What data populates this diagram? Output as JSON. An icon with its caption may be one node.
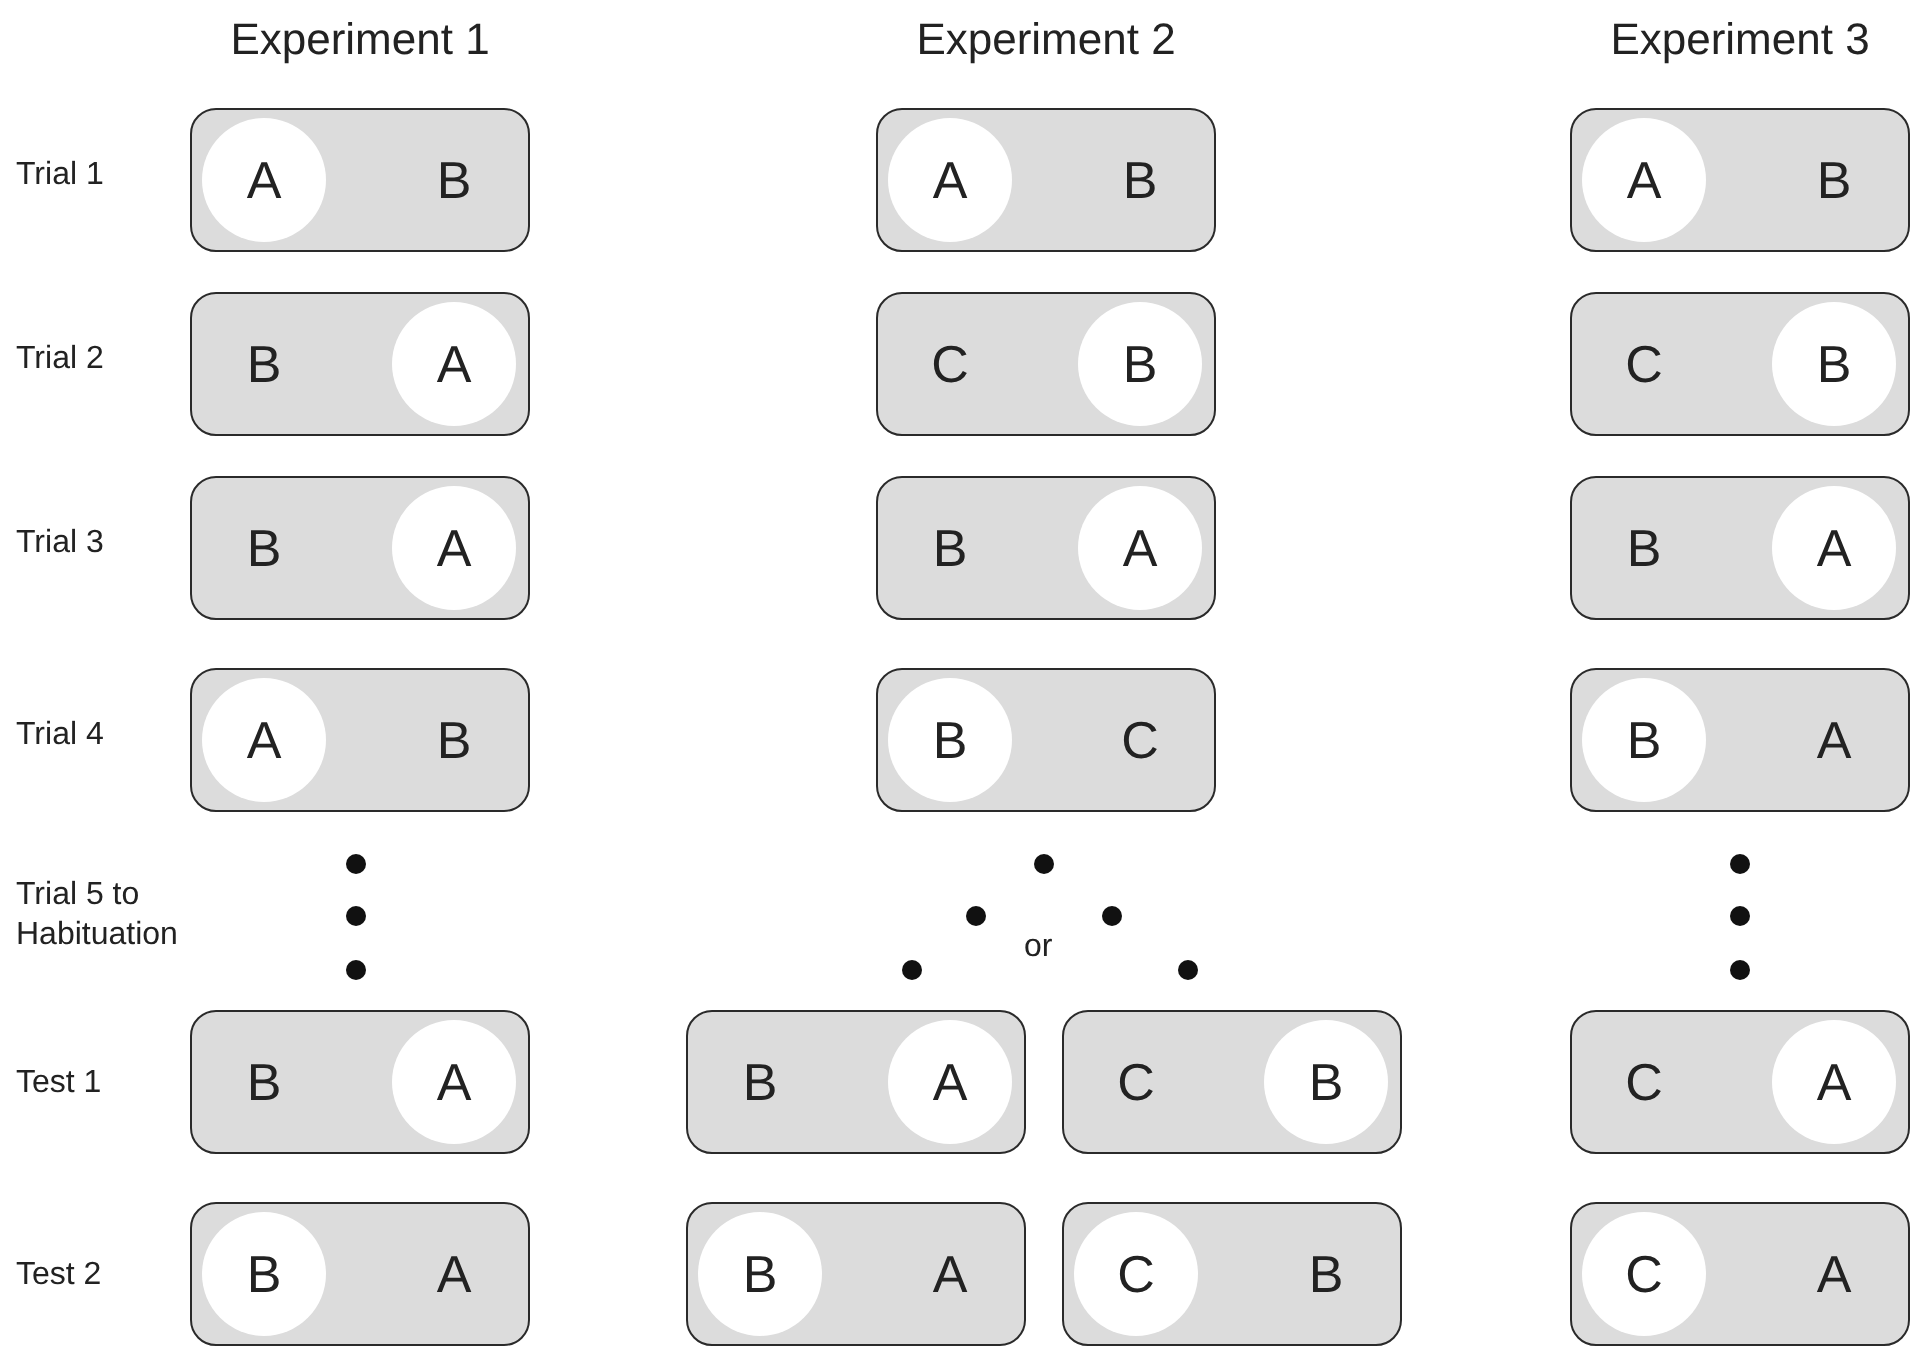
{
  "diagram": {
    "nodes": [
      {
        "text": [
          "A",
          "B"
        ]
      },
      {
        "text": [
          "A",
          "B"
        ]
      },
      {
        "text": [
          "A",
          "B"
        ]
      },
      {
        "text": [
          "B",
          "A"
        ]
      },
      {
        "text": [
          "C",
          "B"
        ]
      },
      {
        "text": [
          "C",
          "B"
        ]
      },
      {
        "text": [
          "B",
          "A"
        ]
      },
      {
        "text": [
          "B",
          "A"
        ]
      },
      {
        "text": [
          "B",
          "A"
        ]
      },
      {
        "text": [
          "A",
          "B"
        ]
      },
      {
        "text": [
          "B",
          "C"
        ]
      },
      {
        "text": [
          "B",
          "A"
        ]
      },
      {
        "text": [
          "B",
          "A"
        ]
      },
      {
        "text": [
          "B",
          "A"
        ]
      },
      {
        "text": [
          "C",
          "B"
        ]
      },
      {
        "text": [
          "C",
          "A"
        ]
      },
      {
        "text": [
          "B",
          "A"
        ]
      },
      {
        "text": [
          "B",
          "A"
        ]
      },
      {
        "text": [
          "C",
          "B"
        ]
      },
      {
        "text": [
          "C",
          "A"
        ]
      }
    ],
    "labels": [
      "Experiment 1",
      "Experiment 2",
      "Experiment 3",
      "Trial 1",
      "Trial 2",
      "Trial 3",
      "Trial 4",
      "Trial 5 to Habituation",
      "or",
      "Test 1",
      "Test 2"
    ]
  }
}
